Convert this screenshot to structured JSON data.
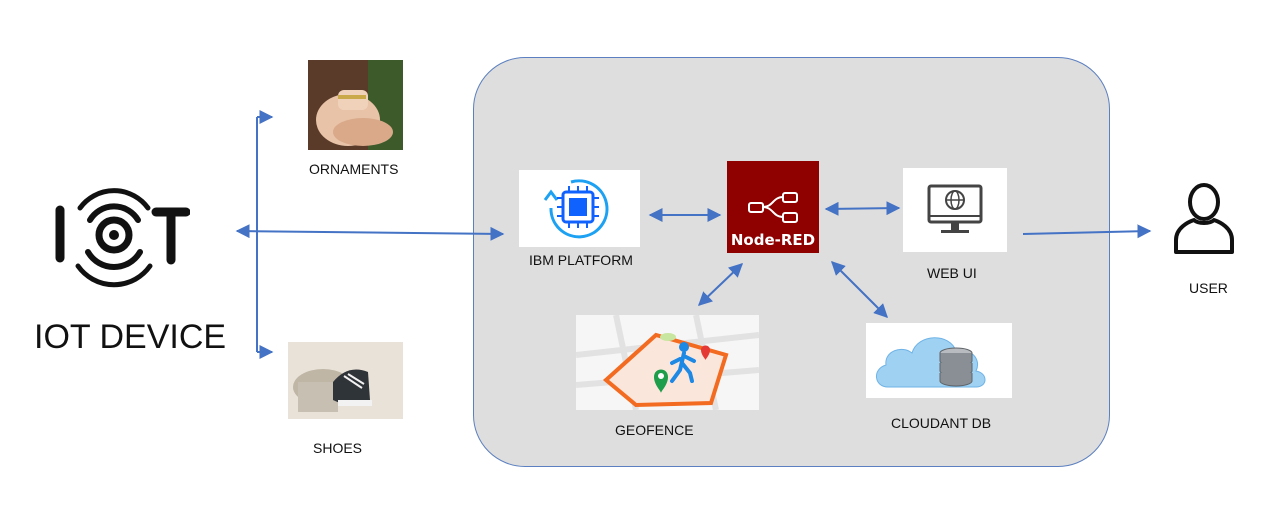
{
  "device": {
    "title": "IOT DEVICE",
    "icon": "iot-logo-icon"
  },
  "wearables": {
    "ornaments_label": "ORNAMENTS",
    "shoes_label": "SHOES"
  },
  "platform": {
    "ibm_label": "IBM PLATFORM",
    "nodered_text": "Node-RED",
    "webui_label": "WEB UI",
    "geofence_label": "GEOFENCE",
    "cloudant_label": "CLOUDANT DB"
  },
  "user": {
    "label": "USER"
  },
  "colors": {
    "arrow": "#4472c4",
    "platform_bg": "#dedede",
    "platform_border": "#5b7fc0",
    "nodered": "#8f0000",
    "ibm_blue": "#1da1f2"
  }
}
